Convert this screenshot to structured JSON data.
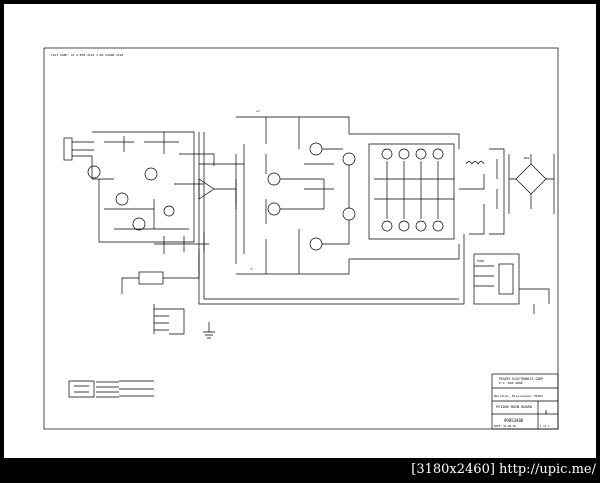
{
  "header_note": "LAST USED: AT S-RTB 2101 J-RS 2102B 2102",
  "title_block": {
    "company": "PEAVEY ELECTRONICS CORP",
    "address": "P.O. BOX 2898",
    "city": "Meridian, Mississippi 39302",
    "board": "PV1200 MAIN BOARD",
    "drawing_number": "99853406",
    "sheet": "1 of 1",
    "rev": "B",
    "date_label": "DATE: 01-06-99"
  },
  "labels": {
    "pos_rail": "+V",
    "neg_rail": "-V",
    "bridge": "BR1",
    "fuse_block": "FUSE"
  },
  "colors": {
    "line": "#000000",
    "paper": "#ffffff",
    "frame": "#000000",
    "caption": "#ffffff"
  },
  "caption": "[3180x2460] http://upic.me/"
}
